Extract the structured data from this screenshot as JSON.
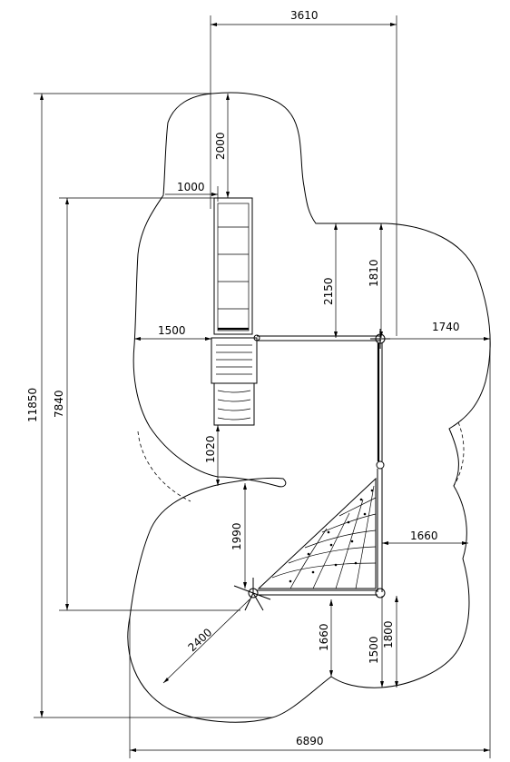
{
  "drawing": {
    "dimensions": {
      "top_width": "3610",
      "slide_run": "2000",
      "slide_offset": "1000",
      "total_height": "11850",
      "frame_height": "7840",
      "deck_to_beam": "2150",
      "right_tower_height": "1810",
      "left_clearance": "1500",
      "right_clearance": "1740",
      "bottom_left_gap": "1020",
      "net_height": "1990",
      "net_right_clear": "1660",
      "radius": "2400",
      "bottom_left_clear": "1660",
      "bottom_right_a": "1500",
      "bottom_right_b": "1800",
      "total_width": "6890"
    }
  }
}
